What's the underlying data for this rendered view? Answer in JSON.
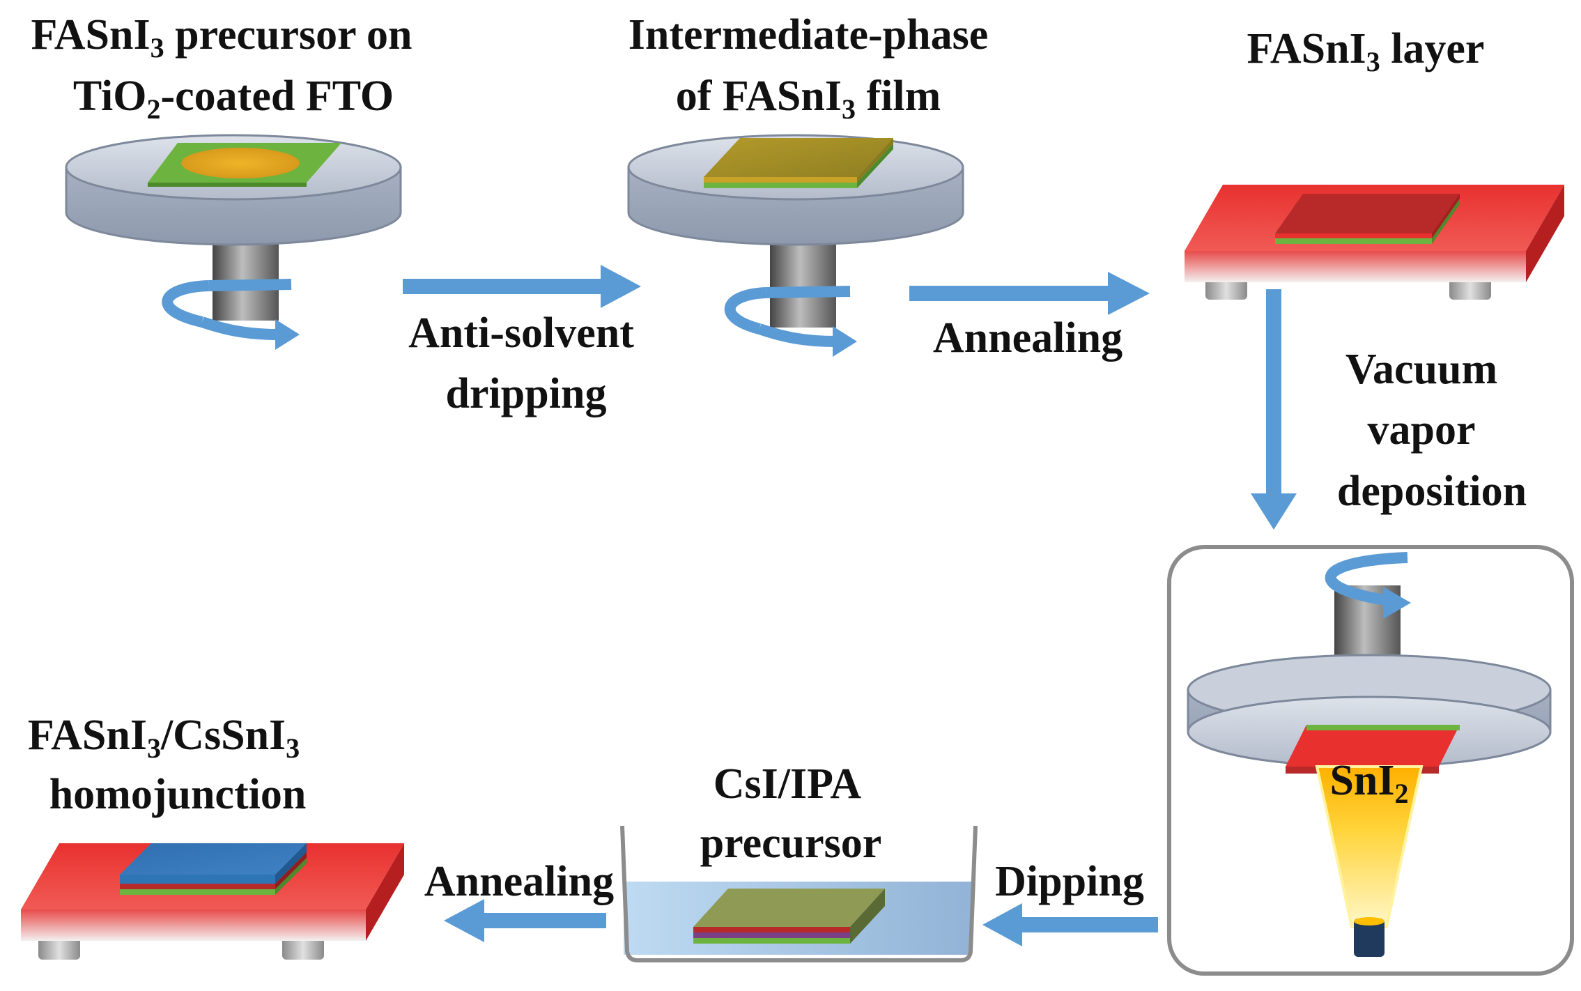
{
  "labels": {
    "step1_line1_a": "FASnI",
    "step1_line1_sub": "3",
    "step1_line1_b": " precursor on",
    "step1_line2_a": "TiO",
    "step1_line2_sub": "2",
    "step1_line2_b": "-coated FTO",
    "step2_line1": "Intermediate-phase",
    "step2_line2_a": "of FASnI",
    "step2_line2_sub": "3",
    "step2_line2_b": " film",
    "step3_a": "FASnI",
    "step3_sub": "3",
    "step3_b": " layer",
    "arrow1_line1": "Anti-solvent",
    "arrow1_line2": "dripping",
    "arrow2": "Annealing",
    "arrow3_line1": "Vacuum",
    "arrow3_line2": "vapor",
    "arrow3_line3": "deposition",
    "source_a": "SnI",
    "source_sub": "2",
    "arrow4": "Dipping",
    "bath_line1": "CsI/IPA",
    "bath_line2": "precursor",
    "arrow5": "Annealing",
    "final_line1_a": "FASnI",
    "final_line1_sub": "3",
    "final_line1_b": "/CsSnI",
    "final_line1_sub2": "3",
    "final_line2": "homojunction"
  },
  "colors": {
    "arrow": "#5b9bd5",
    "disc": "#b7c0cf",
    "hotplate": "#e8312f",
    "perovskite_dark": "#b82a2a",
    "green_layer": "#6db33f",
    "precursor_gold": "#d9a520",
    "intermediate_olive": "#a58f2a",
    "cssni_blue": "#2e75b6",
    "bath_liquid": "#9dc3e6",
    "vapor_yellow": "#ffd43b"
  }
}
